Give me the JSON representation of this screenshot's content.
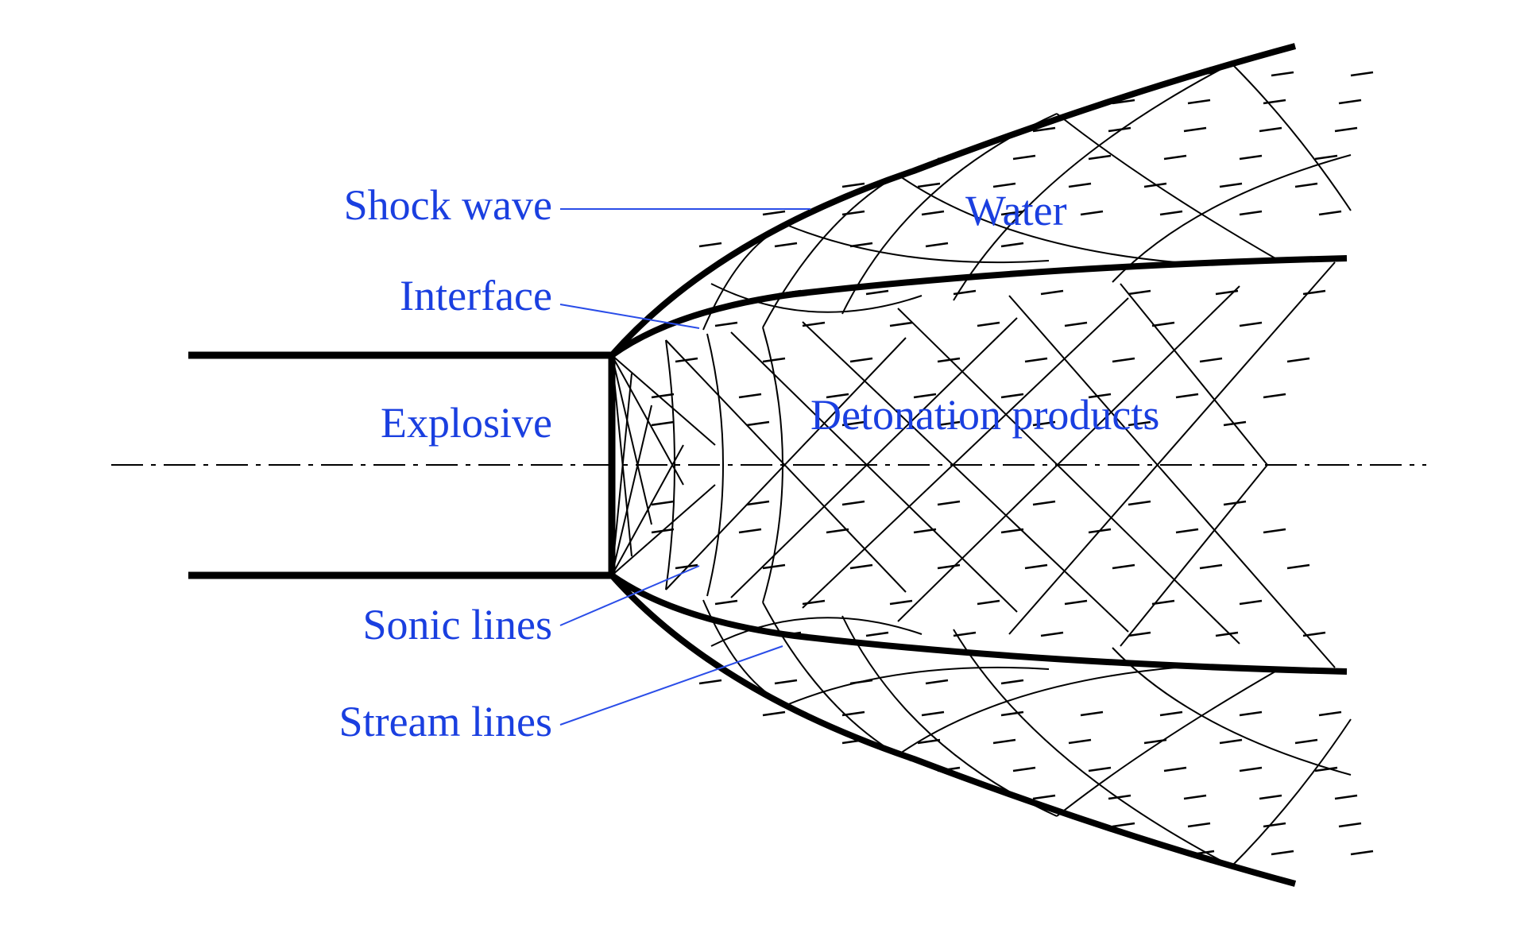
{
  "labels": {
    "shock_wave": "Shock wave",
    "interface": "Interface",
    "explosive": "Explosive",
    "sonic_lines": "Sonic lines",
    "stream_lines": "Stream lines",
    "water": "Water",
    "detonation_products": "Detonation products"
  },
  "colors": {
    "label": "#1a3fe0",
    "leader": "#2a4de8",
    "ink": "#000000",
    "background": "#ffffff"
  }
}
